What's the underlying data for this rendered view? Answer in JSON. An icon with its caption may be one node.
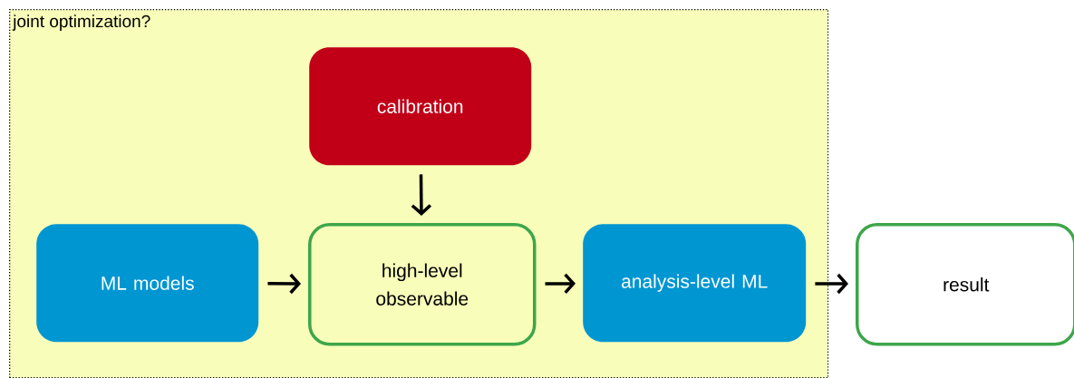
{
  "diagram": {
    "nodes": [
      {
        "text": [
          "joint optimization?"
        ]
      },
      {
        "text": [
          "calibration"
        ],
        "in": 0
      },
      {
        "text": [
          "ML models"
        ],
        "in": 0
      },
      {
        "text": [
          "high-level observable"
        ],
        "in": 0
      },
      {
        "text": [
          "analysis-level ML"
        ],
        "in": 0
      },
      {
        "text": [
          "result"
        ]
      }
    ],
    "edges": [
      {
        "from": 1,
        "to": 3,
        "arrow": "to"
      },
      {
        "from": 2,
        "to": 3,
        "arrow": "to"
      },
      {
        "from": 3,
        "to": 4,
        "arrow": "to"
      },
      {
        "from": 4,
        "to": 5,
        "arrow": "to"
      }
    ]
  }
}
